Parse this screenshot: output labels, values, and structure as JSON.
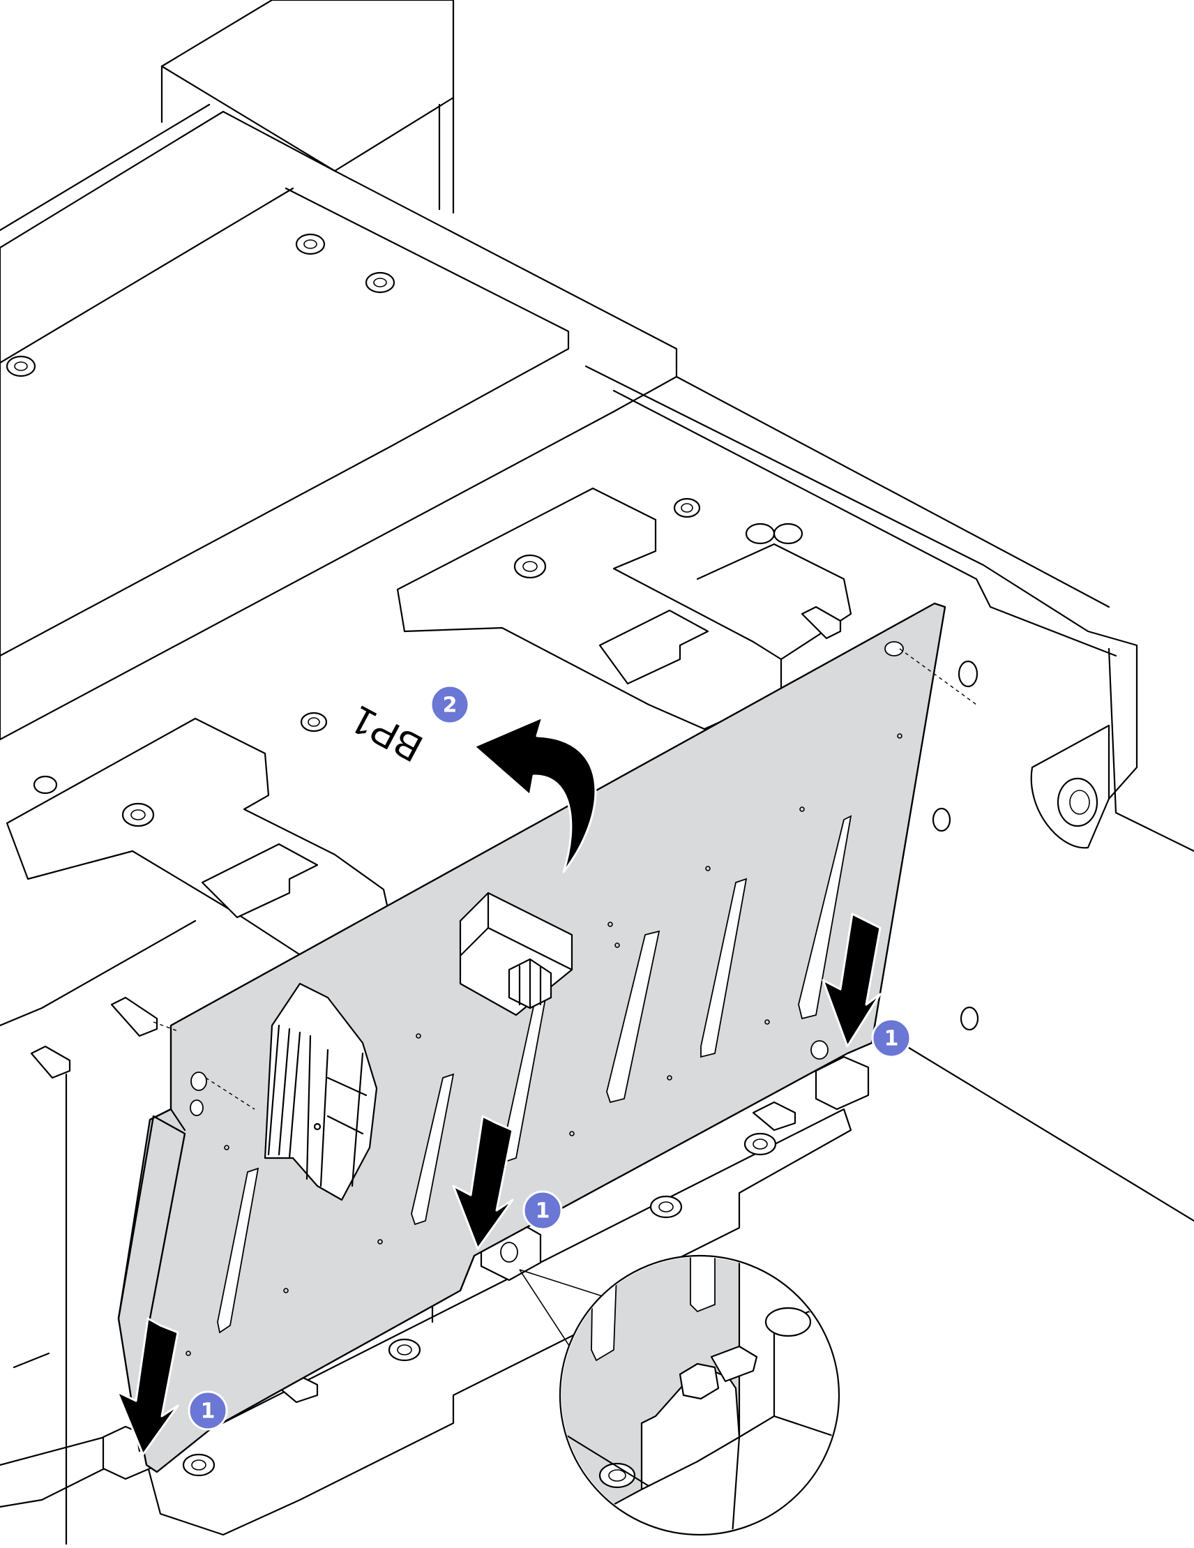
{
  "figure": {
    "board_label": "BP1",
    "callouts": [
      {
        "number": "1",
        "target": "backplane-bottom-left-tab"
      },
      {
        "number": "1",
        "target": "backplane-bottom-middle-tab"
      },
      {
        "number": "1",
        "target": "backplane-bottom-right-tab"
      },
      {
        "number": "2",
        "target": "backplane-top-edge"
      }
    ],
    "icons": {
      "down_arrow": "arrow-down-icon",
      "curved_arrow": "curved-arrow-icon"
    },
    "colors": {
      "callout_fill": "#6b77d4",
      "board_fill": "#d9dadb",
      "line": "#000000",
      "background": "#ffffff"
    }
  }
}
